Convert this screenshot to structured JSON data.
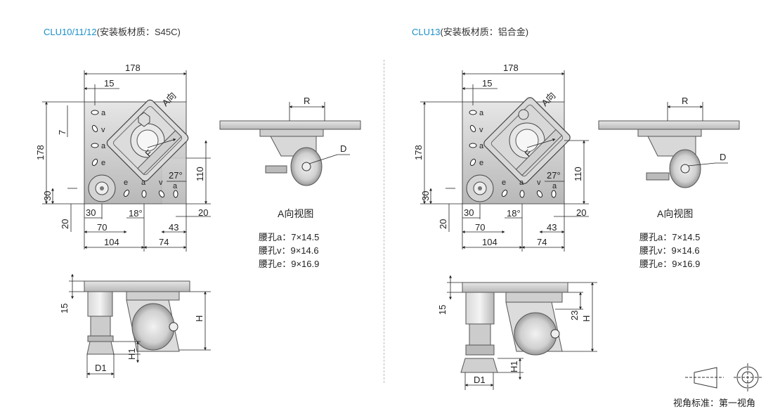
{
  "left": {
    "title_model": "CLU10/11/12",
    "title_material": "(安装板材质：S45C)",
    "dims": {
      "w178": "178",
      "w15": "15",
      "h7": "7",
      "h178": "178",
      "h30": "30",
      "h20": "20",
      "w30": "30",
      "w70": "70",
      "w104": "104",
      "w74": "74",
      "w43": "43",
      "w20": "20",
      "h110": "110",
      "deg27": "27°",
      "deg18": "18°",
      "dirA": "A向",
      "F": "F",
      "R": "R",
      "D": "D",
      "h15": "15",
      "H": "H",
      "H1": "H1",
      "D1": "D1"
    },
    "holes": [
      "a",
      "v",
      "a",
      "e"
    ],
    "bottom_holes": [
      "e",
      "a",
      "v",
      "a"
    ],
    "view_caption": "A向视图",
    "specs": [
      "腰孔a：7×14.5",
      "腰孔v：9×14.6",
      "腰孔e：9×16.9"
    ]
  },
  "right": {
    "title_model": "CLU13",
    "title_material": "(安装板材质：铝合金)",
    "dims": {
      "w178": "178",
      "w15": "15",
      "h178": "178",
      "h30": "30",
      "h20": "20",
      "w30": "30",
      "w70": "70",
      "w104": "104",
      "w74": "74",
      "w43": "43",
      "w20": "20",
      "h110": "110",
      "deg27": "27°",
      "deg18": "18°",
      "dirA": "A向",
      "F": "F",
      "R": "R",
      "D": "D",
      "h15": "15",
      "h23": "23",
      "H": "H",
      "H1": "H1",
      "D1": "D1"
    },
    "holes": [
      "a",
      "v",
      "a",
      "e"
    ],
    "bottom_holes": [
      "e",
      "a",
      "v",
      "a"
    ],
    "view_caption": "A向视图",
    "specs": [
      "腰孔a：7×14.5",
      "腰孔v：9×14.6",
      "腰孔e：9×16.9"
    ]
  },
  "projection_label": "视角标准：第一视角"
}
